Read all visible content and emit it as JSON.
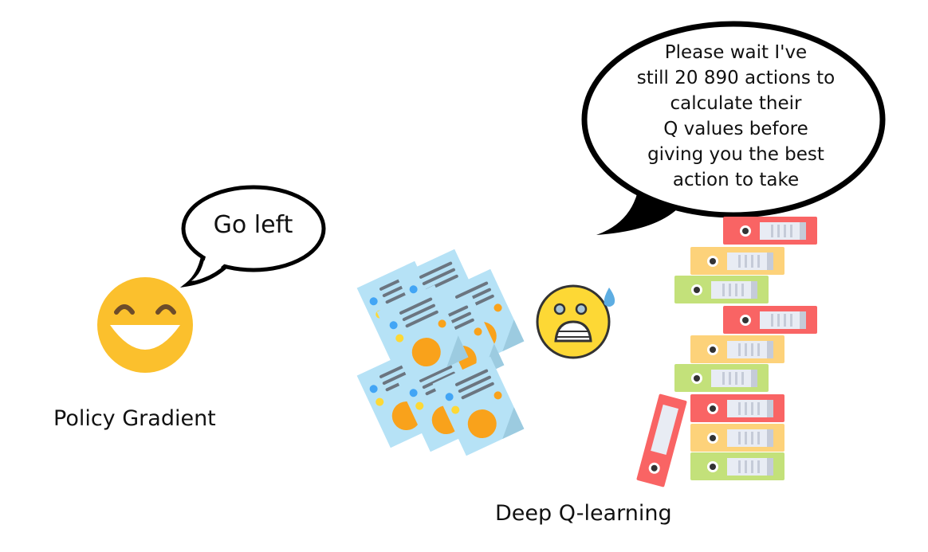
{
  "policy_gradient": {
    "label": "Policy Gradient",
    "speech": "Go left"
  },
  "deep_q_learning": {
    "label": "Deep Q-learning",
    "speech_lines": [
      "Please wait I've",
      "still 20 890  actions to",
      "calculate their",
      "Q values before",
      "giving you the best",
      "action to take"
    ]
  },
  "colors": {
    "emoji_yellow": "#FBC02D",
    "binder_red": "#F96464",
    "binder_orange": "#FDD27A",
    "binder_green": "#C3E17A",
    "paper_blue": "#B6E2F6"
  }
}
